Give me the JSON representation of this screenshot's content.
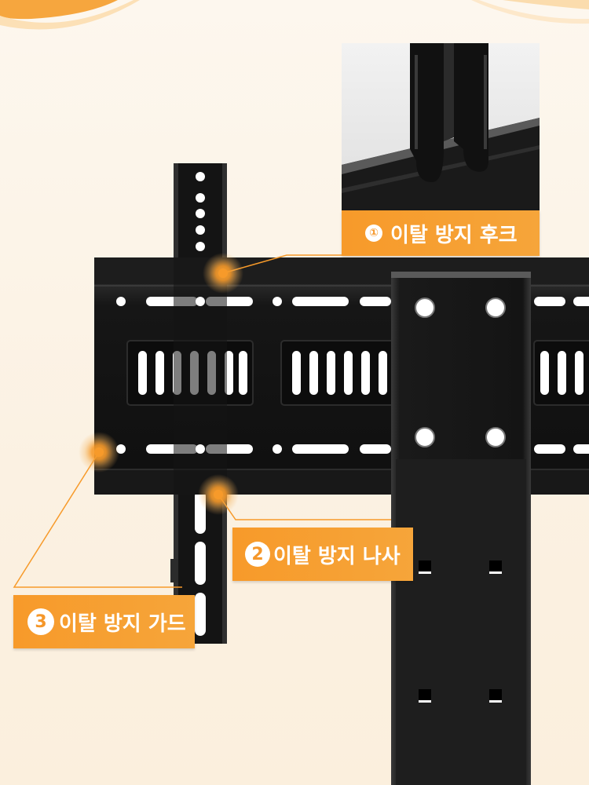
{
  "colors": {
    "accent": "#f79a2a",
    "callout_text": "#ffffff",
    "metal": "#151515",
    "background": "#fdf7ee"
  },
  "callouts": [
    {
      "number": "①",
      "label": "이탈 방지 후크"
    },
    {
      "number": "2",
      "label": "이탈 방지 나사"
    },
    {
      "number": "3",
      "label": "이탈 방지 가드"
    }
  ]
}
